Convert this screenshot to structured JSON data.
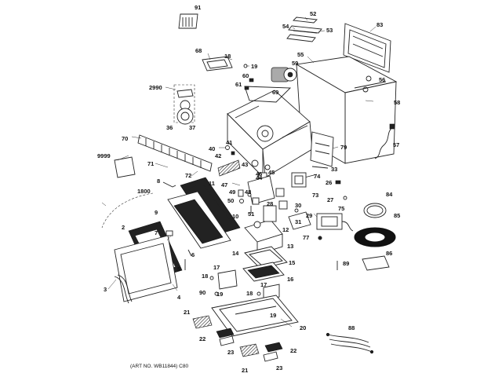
{
  "diagram": {
    "caption": "(ART NO. WB11844) C80",
    "callouts": {
      "c91": "91",
      "c52": "52",
      "c53": "53",
      "c54": "54",
      "c83": "83",
      "c55": "55",
      "c68": "68",
      "c18a": "18",
      "c19a": "19",
      "c59": "59",
      "c56": "56",
      "c60": "60",
      "c61": "61",
      "c69": "69",
      "c58": "58",
      "c2990": "2990",
      "c36": "36",
      "c37": "37",
      "c70": "70",
      "c40": "40",
      "c41": "41",
      "c42": "42",
      "c79": "79",
      "c57": "57",
      "c9999": "9999",
      "c71": "71",
      "c72": "72",
      "c43": "43",
      "c45": "45",
      "c33": "33",
      "c44": "44",
      "c74": "74",
      "c26": "26",
      "c47": "47",
      "c46": "46",
      "c73": "73",
      "c8": "8",
      "c1800": "1800",
      "c11": "11",
      "c49": "49",
      "c48": "48",
      "c50": "50",
      "c30": "30",
      "c28": "28",
      "c27": "27",
      "c84": "84",
      "c51": "51",
      "c9": "9",
      "c29": "29",
      "c10": "10",
      "c31": "31",
      "c75": "75",
      "c85": "85",
      "c12": "12",
      "c7": "7",
      "c2": "2",
      "c13": "13",
      "c77": "77",
      "c6": "6",
      "c14": "14",
      "c15": "15",
      "c86": "86",
      "c5": "5",
      "c89": "89",
      "c16": "16",
      "c17a": "17",
      "c18b": "18",
      "c90": "90",
      "c19b": "19",
      "c3": "3",
      "c4": "4",
      "c17b": "17",
      "c18c": "18",
      "c19c": "19",
      "c20": "20",
      "c21a": "21",
      "c22a": "22",
      "c23a": "23",
      "c88": "88",
      "c22b": "22",
      "c21b": "21",
      "c23b": "23"
    }
  }
}
